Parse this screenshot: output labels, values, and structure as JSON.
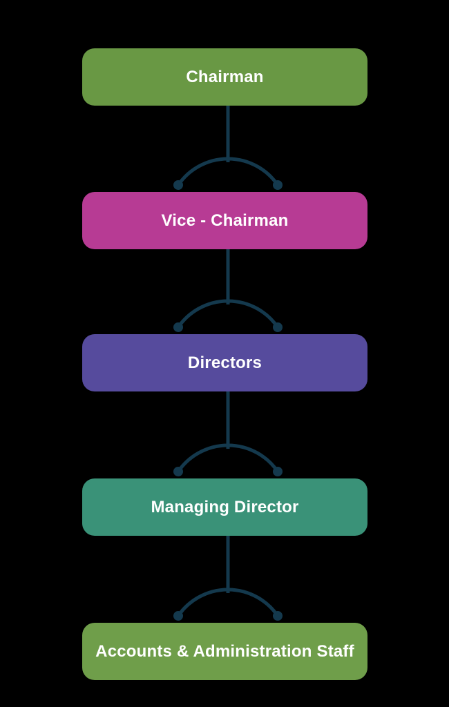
{
  "diagram": {
    "background": "#000000",
    "text_color": "#FFFFFF",
    "connector_color": "#14394D",
    "nodes": [
      {
        "label": "Chairman",
        "color": "#699844"
      },
      {
        "label": "Vice - Chairman",
        "color": "#B73B94"
      },
      {
        "label": "Directors",
        "color": "#564B9D"
      },
      {
        "label": "Managing Director",
        "color": "#3A9278"
      },
      {
        "label": "Accounts & Administration Staff",
        "color": "#6F9E4A"
      }
    ]
  }
}
